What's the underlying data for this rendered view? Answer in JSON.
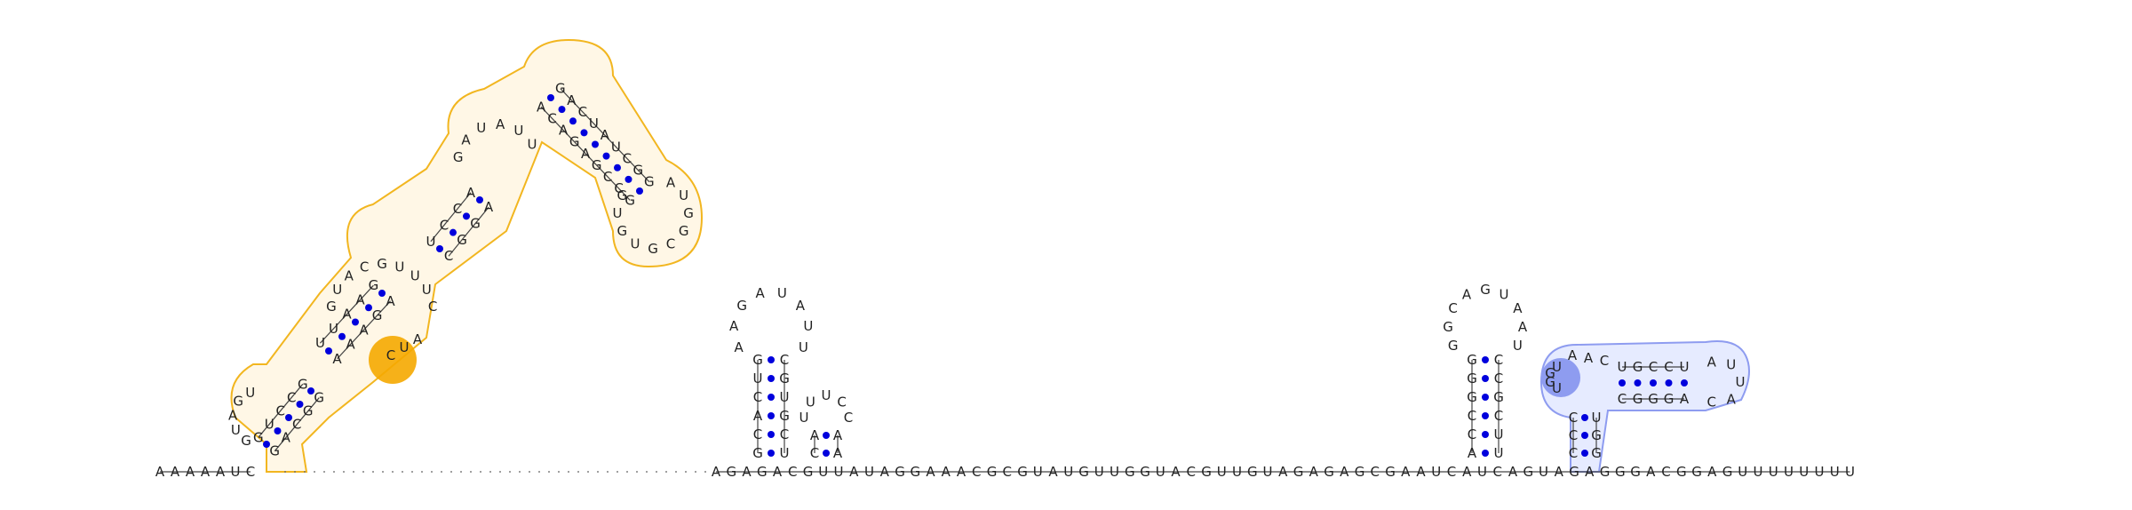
{
  "structure": {
    "baseline_left": "AAAAAUC",
    "baseline_right": "AGAGACGUUAUAGGAAACGCGUAUGUUGGUACGUUGUAGAGAGCGAAUCAUCAGUAGAGGGACGGAGUUUUUUUU",
    "pair_colors": {
      "dot": "#0000dd",
      "orange": "#f5a800",
      "blue": "#8e9cf0"
    }
  },
  "regions": {
    "orange": {
      "stem1_5p": "GACGG",
      "stem1_3p": "GUCCG",
      "loop1": "GUAGU",
      "stem2_5p": "AAAGA",
      "stem2_3p": "UUAAG",
      "loop2": "GUACGUUUC",
      "stem3_5p": "CGGA",
      "stem3_3p": "UCCA",
      "loop3": "GAUAUU",
      "stem4_5p": "ACAGAGCCG",
      "stem4_3p": "GACUAUCGG",
      "loop4": "AUGGCGUGUG",
      "highlight": "CUA"
    },
    "middle_hairpins": {
      "h1_stem_5p": "UCGUGC",
      "h1_stem_3p": "GCACUG",
      "h1_loop": "AAGAUAUU",
      "h2_stem_5p": "AA",
      "h2_stem_3p": "CA",
      "h2_loop": "UUUCC"
    },
    "right_hairpin": {
      "stem_5p": "UUCGCC",
      "stem_3p": "ACCGGG",
      "loop": "GGCAGUAAU"
    },
    "blue": {
      "stem_v_5p": "GGU",
      "stem_v_3p": "CCC",
      "stem_h_top": "CGGGA",
      "stem_h_bottom": "UGCCU",
      "loop_top": "AAC",
      "cap": "AUUAC",
      "purple": "UGGU"
    }
  }
}
